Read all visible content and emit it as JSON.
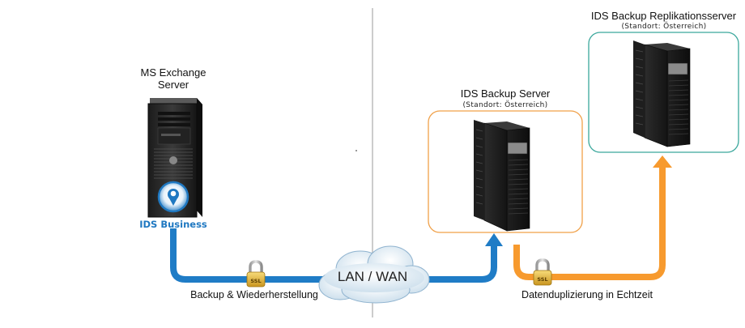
{
  "exchange_server": {
    "title_line1": "MS Exchange",
    "title_line2": "Server",
    "product_label": "IDS Business"
  },
  "backup_server": {
    "title": "IDS Backup Server",
    "location": "(Standort: Österreich)",
    "frame_color": "#f0a048"
  },
  "replication_server": {
    "title": "IDS Backup Replikationsserver",
    "location": "(Standort: Österreich)",
    "frame_color": "#3aa79c"
  },
  "network": {
    "cloud_label": "LAN / WAN",
    "blue_flow_label": "Backup & Wiederherstellung",
    "orange_flow_label": "Datenduplizierung in Echtzeit",
    "lock_label": "SSL",
    "blue_color": "#1f7cc6",
    "orange_color": "#f79a2e"
  }
}
